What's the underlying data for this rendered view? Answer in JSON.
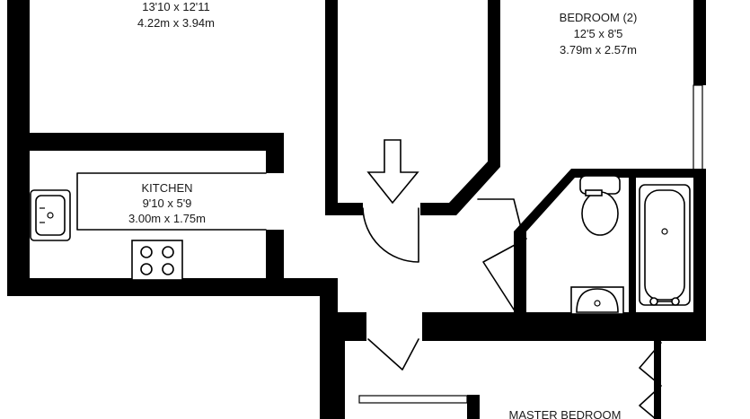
{
  "rooms": {
    "top_room": {
      "dims_imperial": "13'10 x 12'11",
      "dims_metric": "4.22m x 3.94m"
    },
    "bedroom2": {
      "name": "BEDROOM (2)",
      "dims_imperial": "12'5 x 8'5",
      "dims_metric": "3.79m x 2.57m"
    },
    "kitchen": {
      "name": "KITCHEN",
      "dims_imperial": "9'10 x 5'9",
      "dims_metric": "3.00m x 1.75m"
    },
    "master_bedroom": {
      "name": "MASTER BEDROOM"
    }
  },
  "colors": {
    "wall": "#000000",
    "background": "#ffffff",
    "text": "#1a1a1a"
  },
  "icons": [
    "sink-icon",
    "hob-icon",
    "toilet-icon",
    "bathtub-icon",
    "basin-icon",
    "entrance-arrow-icon"
  ]
}
